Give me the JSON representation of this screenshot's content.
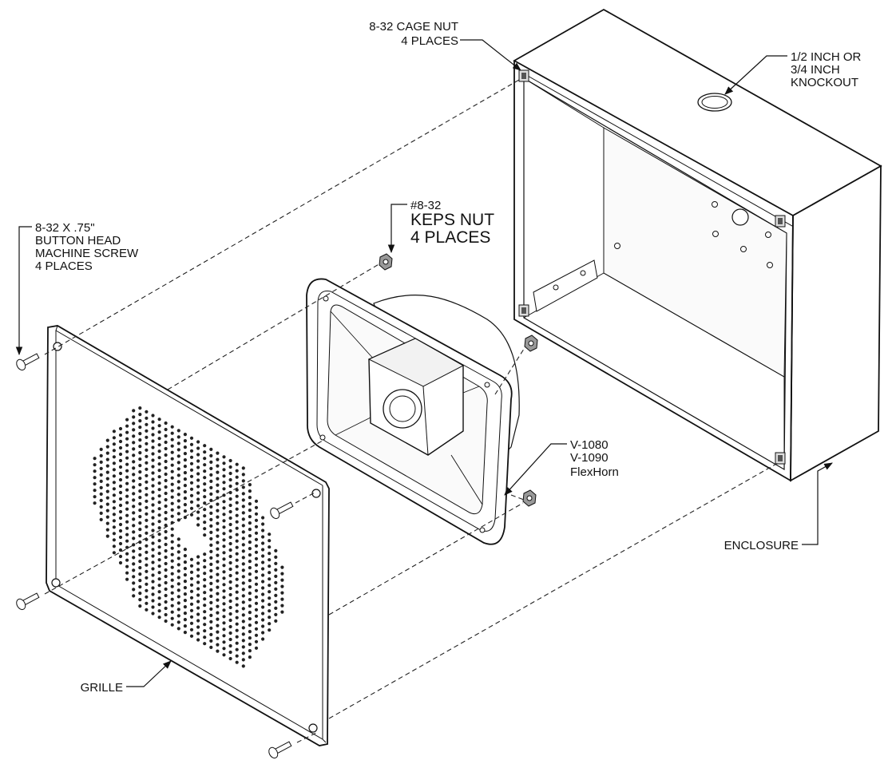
{
  "labels": {
    "cage_nut": [
      "8-32 CAGE NUT",
      "4 PLACES"
    ],
    "knockout": [
      "1/2 INCH OR",
      "3/4 INCH",
      "KNOCKOUT"
    ],
    "keps_nut": [
      "#8-32",
      "KEPS NUT",
      "4 PLACES"
    ],
    "screw": [
      "8-32 X .75\"",
      "BUTTON HEAD",
      "MACHINE SCREW",
      "4 PLACES"
    ],
    "horn": [
      "V-1080",
      "V-1090",
      "FlexHorn"
    ],
    "enclosure": "ENCLOSURE",
    "grille": "GRILLE"
  }
}
